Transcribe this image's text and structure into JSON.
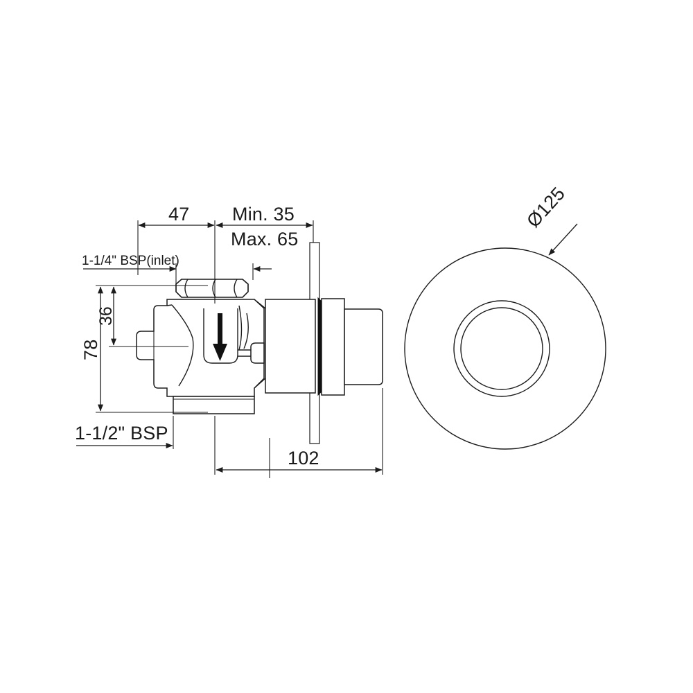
{
  "drawing": {
    "title": "Concealed flush valve technical drawing",
    "background_color": "#ffffff",
    "line_color": "#1c1c1c",
    "views": {
      "section": "side section view of concealed flush valve",
      "front": "front view of round escutcheon plate"
    }
  },
  "dimensions": {
    "width_47": "47",
    "depth_min": "Min. 35",
    "depth_max": "Max. 65",
    "height_36": "36",
    "height_78": "78",
    "length_102": "102",
    "plate_diameter": "Ø125"
  },
  "labels": {
    "inlet": "1-1/4\" BSP(inlet)",
    "outlet": "1-1/2\" BSP"
  },
  "annotations": {
    "flow_arrow": "downward flow direction arrow"
  }
}
